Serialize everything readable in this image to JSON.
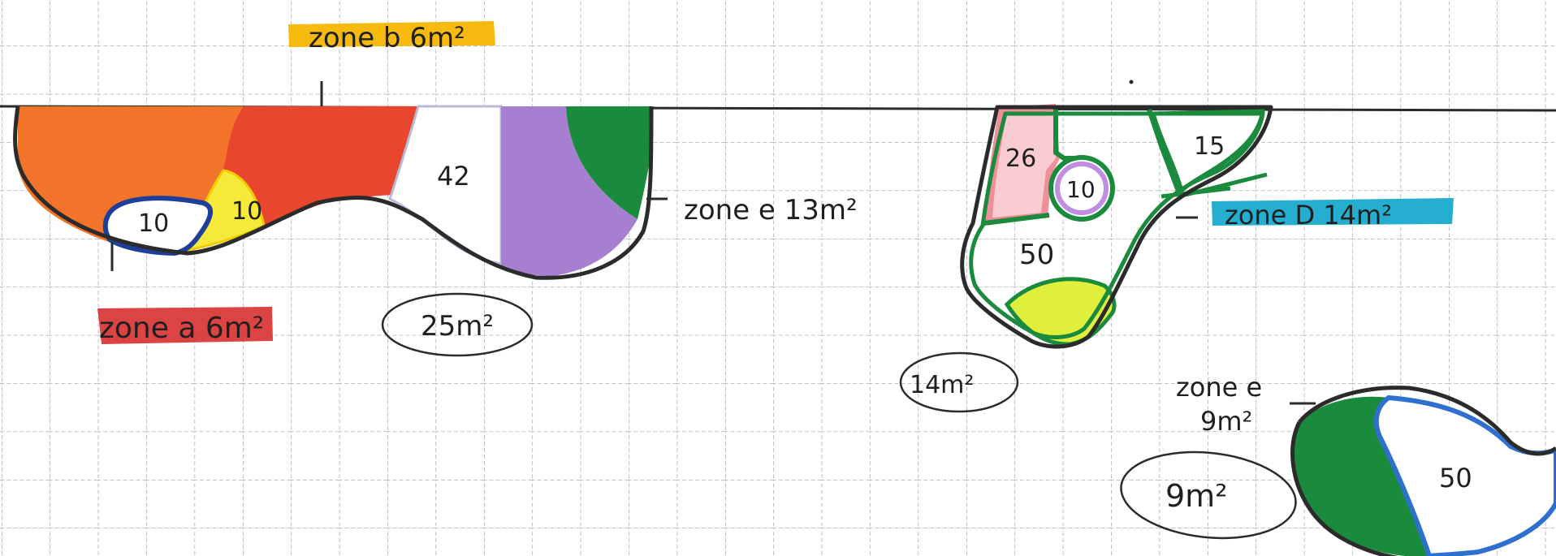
{
  "colors": {
    "paper": "#ffffff",
    "grid": "#8a8a8a",
    "ink": "#2b2b2b",
    "orange": "#f2732a",
    "red": "#e8472e",
    "purple": "#a77fd0",
    "dark_green": "#1a8a3c",
    "yellow": "#f5e93a",
    "lime": "#dfef3c",
    "navy": "#1d3f9a",
    "pink": "#ef8f9a",
    "violet": "#c08ee0",
    "blue": "#2f6fd0",
    "highlight_yellow": "#f6b500",
    "highlight_red": "#d93333",
    "highlight_cyan": "#19aacd"
  },
  "labels": {
    "zone_a": "zone a 6m²",
    "zone_b": "zone b 6m²",
    "zone_e_right": "zone e 13m²",
    "zone_d": "zone D 14m²",
    "zone_e_small_line1": "zone e",
    "zone_e_small_line2": "9m²"
  },
  "shape_left": {
    "value_navy": "10",
    "value_yellow": "10",
    "value_white": "42",
    "total": "25m²"
  },
  "shape_middle": {
    "value_pink": "26",
    "value_circle": "10",
    "value_small": "15",
    "value_main": "50",
    "total": "14m²"
  },
  "shape_right": {
    "value_white": "50",
    "total": "9m²"
  }
}
